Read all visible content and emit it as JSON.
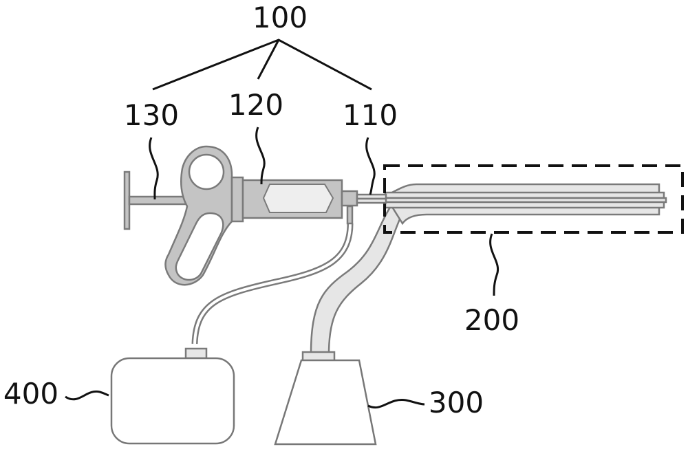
{
  "figure": {
    "labels": {
      "system": "100",
      "sheath": "110",
      "barrel": "120",
      "plunger": "130",
      "probe_region": "200",
      "container_300": "300",
      "container_400": "400"
    },
    "colors": {
      "part_fill": "#c4c4c4",
      "outline": "#7a7a7a",
      "leader": "#111111"
    }
  }
}
